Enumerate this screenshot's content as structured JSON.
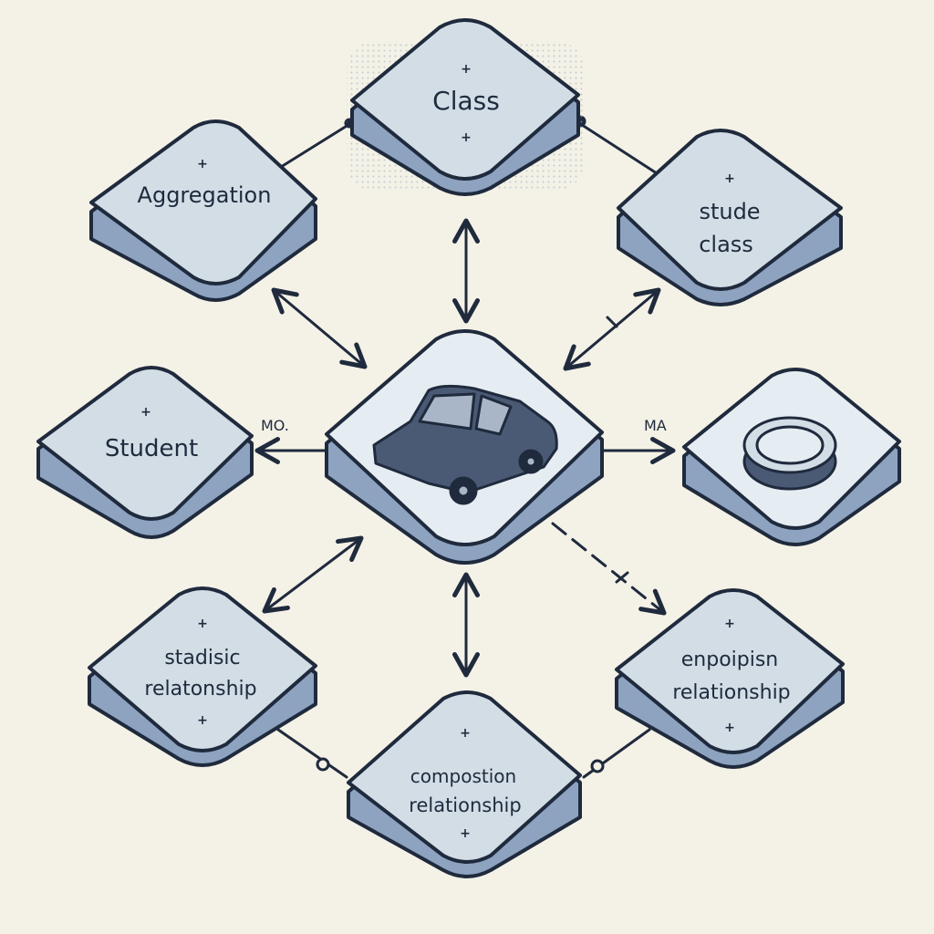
{
  "colors": {
    "background": "#f4f1e6",
    "node_fill": "#d3dde6",
    "node_fill_light": "#e6edf2",
    "node_side": "#8da3c0",
    "node_stroke": "#1f2a3d",
    "arrow": "#1f2a3d",
    "car_body": "#4a5a75",
    "car_window": "#a9b6c8"
  },
  "nodes": {
    "class": {
      "line1": "Class",
      "line2": ""
    },
    "aggregation": {
      "line1": "Aggregation",
      "line2": ""
    },
    "stude_class": {
      "line1": "stude",
      "line2": "class"
    },
    "student": {
      "line1": "Student",
      "line2": ""
    },
    "center": {
      "icon": "car-icon"
    },
    "right": {
      "icon": "ring-icon"
    },
    "stadisic": {
      "line1": "stadisic",
      "line2": "relatonship"
    },
    "enpoipisn": {
      "line1": "enpoipisn",
      "line2": "relationship"
    },
    "compostion": {
      "line1": "compostion",
      "line2": "relationship"
    }
  },
  "edge_labels": {
    "left": "MO.",
    "right": "MA"
  },
  "plus_sign": "+"
}
